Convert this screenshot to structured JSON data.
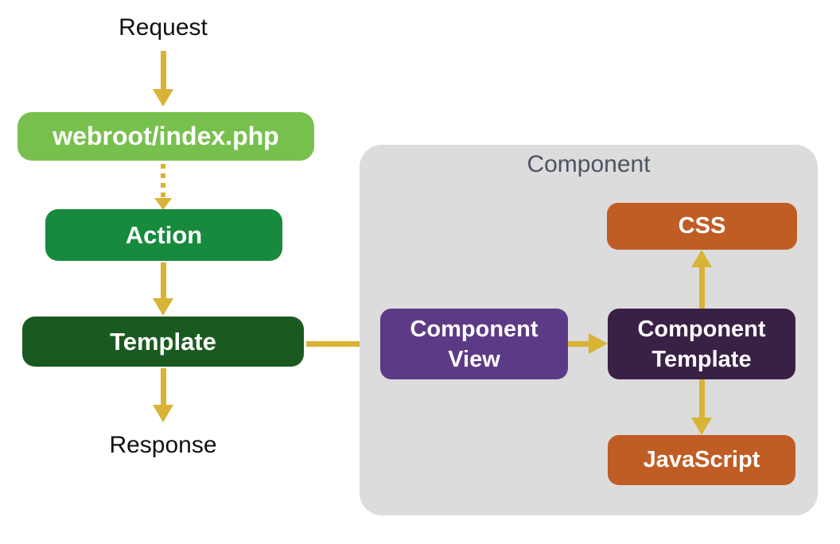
{
  "diagram": {
    "flow": {
      "request_label": "Request",
      "response_label": "Response"
    },
    "nodes": {
      "webroot": "webroot/index.php",
      "action": "Action",
      "template": "Template",
      "component_view": "Component\nView",
      "component_template": "Component\nTemplate",
      "css": "CSS",
      "javascript": "JavaScript"
    },
    "container": {
      "label": "Component"
    },
    "colors": {
      "node_light_green": "#77c04d",
      "node_green": "#178a3d",
      "node_dark_green": "#1a5a20",
      "node_purple": "#5d3a85",
      "node_dark_purple": "#392145",
      "node_orange": "#c05d24",
      "arrow_gold": "#d8b335",
      "container_gray": "#dcdcdc",
      "container_label_gray": "#4d5360"
    },
    "edges": [
      {
        "from": "Request",
        "to": "webroot/index.php",
        "style": "solid",
        "direction": "down"
      },
      {
        "from": "webroot/index.php",
        "to": "Action",
        "style": "dotted",
        "direction": "down"
      },
      {
        "from": "Action",
        "to": "Template",
        "style": "solid",
        "direction": "down"
      },
      {
        "from": "Template",
        "to": "Response",
        "style": "solid",
        "direction": "down"
      },
      {
        "from": "Template",
        "to": "Component View",
        "style": "solid",
        "direction": "right"
      },
      {
        "from": "Component View",
        "to": "Component Template",
        "style": "solid",
        "direction": "right"
      },
      {
        "from": "Component Template",
        "to": "CSS",
        "style": "solid",
        "direction": "up"
      },
      {
        "from": "Component Template",
        "to": "JavaScript",
        "style": "solid",
        "direction": "down"
      }
    ]
  }
}
